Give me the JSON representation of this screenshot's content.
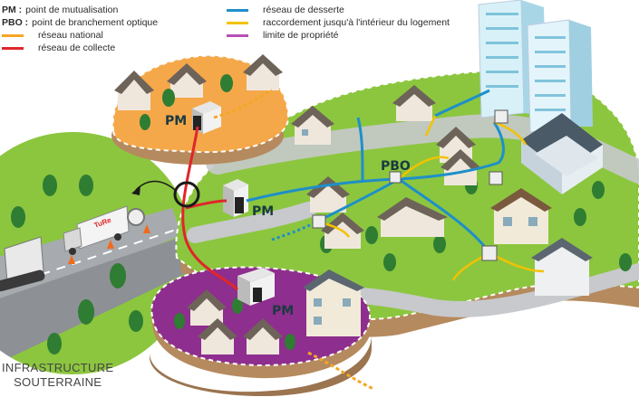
{
  "legend_left": {
    "pm": {
      "abbr": "PM :",
      "text": "point de mutualisation"
    },
    "pbo": {
      "abbr": "PBO :",
      "text": "point de branchement optique"
    },
    "items": [
      {
        "label": "réseau national",
        "color": "#f5a623"
      },
      {
        "label": "réseau de collecte",
        "color": "#e0262a"
      }
    ]
  },
  "legend_right": {
    "items": [
      {
        "label": "réseau de desserte",
        "color": "#1f8fc9"
      },
      {
        "label": "raccordement jusqu'à l'intérieur du logement",
        "color": "#f2c200"
      },
      {
        "label": "limite de propriété",
        "color": "#b84fb8"
      }
    ]
  },
  "labels": {
    "pm_top": "PM",
    "pm_center": "PM",
    "pm_bottom": "PM",
    "pbo": "PBO",
    "infra_line1": "INFRASTRUCTURE",
    "infra_line2": "SOUTERRAINE"
  },
  "truck_sign": "TuRe",
  "colors": {
    "grass": "#8cc63f",
    "ground_orange": "#f5a84a",
    "ground_purple": "#8e2e8e",
    "road": "#b9bcc0",
    "soil": "#b58a5e"
  }
}
